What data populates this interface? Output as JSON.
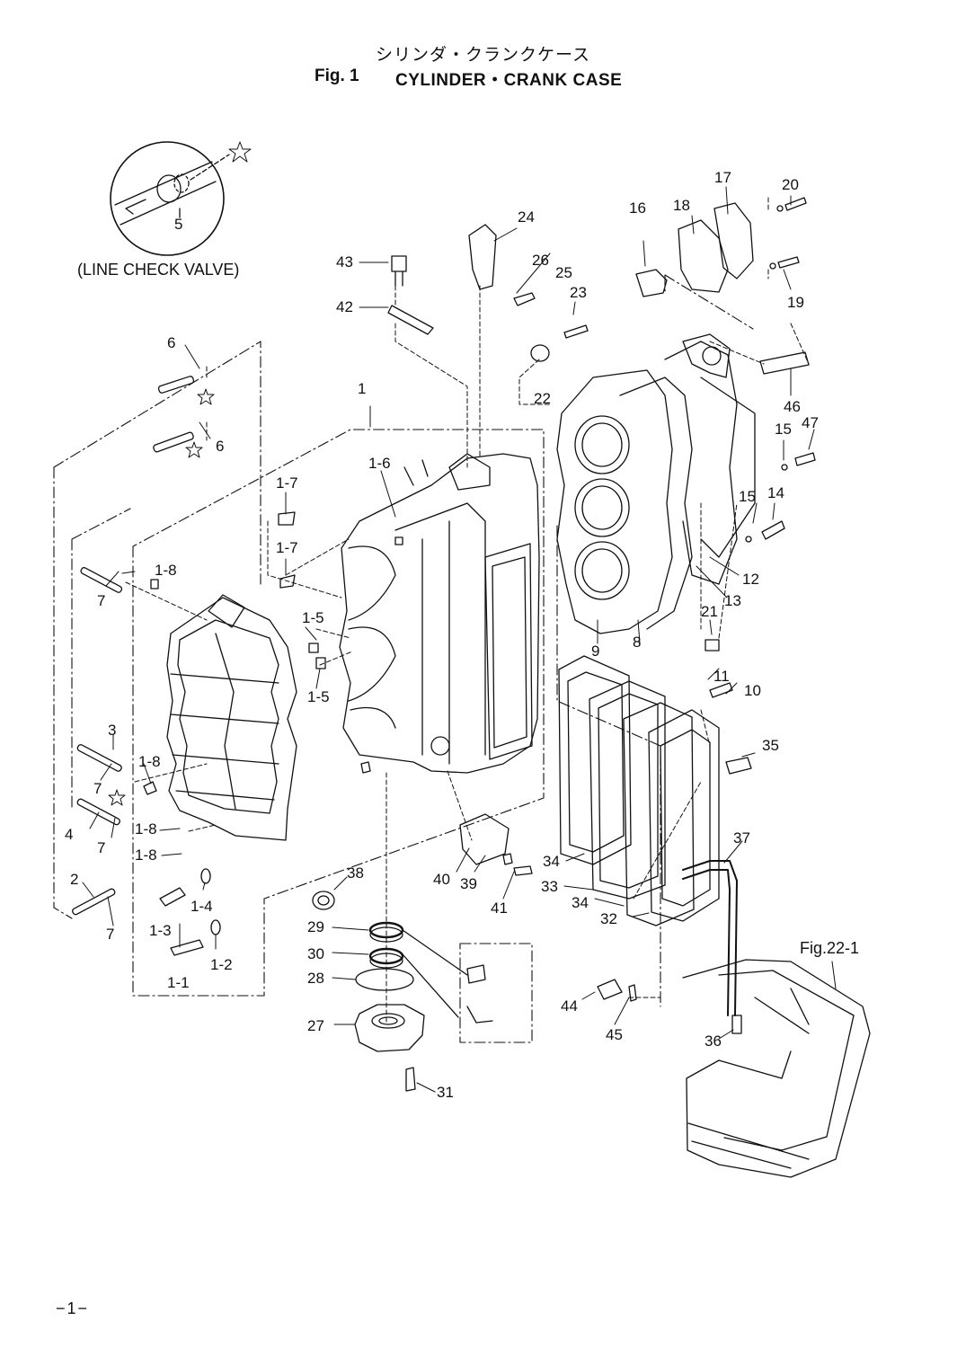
{
  "header": {
    "title_jp": "シリンダ・クランクケース",
    "fig_label": "Fig. 1",
    "title_en": "CYLINDER・CRANK CASE"
  },
  "inset": {
    "caption": "(LINE CHECK VALVE)",
    "part": "5"
  },
  "reference": "Fig.22-1",
  "page_number": "−1−",
  "callouts": [
    {
      "id": "c-24",
      "text": "24"
    },
    {
      "id": "c-43",
      "text": "43"
    },
    {
      "id": "c-26",
      "text": "26"
    },
    {
      "id": "c-25",
      "text": "25"
    },
    {
      "id": "c-42",
      "text": "42"
    },
    {
      "id": "c-23",
      "text": "23"
    },
    {
      "id": "c-22",
      "text": "22"
    },
    {
      "id": "c-17",
      "text": "17"
    },
    {
      "id": "c-20",
      "text": "20"
    },
    {
      "id": "c-18",
      "text": "18"
    },
    {
      "id": "c-16",
      "text": "16"
    },
    {
      "id": "c-19",
      "text": "19"
    },
    {
      "id": "c-46",
      "text": "46"
    },
    {
      "id": "c-15a",
      "text": "15"
    },
    {
      "id": "c-47",
      "text": "47"
    },
    {
      "id": "c-15b",
      "text": "15"
    },
    {
      "id": "c-14",
      "text": "14"
    },
    {
      "id": "c-12",
      "text": "12"
    },
    {
      "id": "c-13",
      "text": "13"
    },
    {
      "id": "c-9",
      "text": "9"
    },
    {
      "id": "c-8",
      "text": "8"
    },
    {
      "id": "c-21",
      "text": "21"
    },
    {
      "id": "c-10",
      "text": "10"
    },
    {
      "id": "c-11",
      "text": "11"
    },
    {
      "id": "c-35",
      "text": "35"
    },
    {
      "id": "c-6a",
      "text": "6"
    },
    {
      "id": "c-6b",
      "text": "6"
    },
    {
      "id": "c-1",
      "text": "1"
    },
    {
      "id": "c-1-6",
      "text": "1-6"
    },
    {
      "id": "c-1-7a",
      "text": "1-7"
    },
    {
      "id": "c-1-7b",
      "text": "1-7"
    },
    {
      "id": "c-1-8a",
      "text": "1-8"
    },
    {
      "id": "c-7a",
      "text": "7"
    },
    {
      "id": "c-1-5a",
      "text": "1-5"
    },
    {
      "id": "c-1-5b",
      "text": "1-5"
    },
    {
      "id": "c-3",
      "text": "3"
    },
    {
      "id": "c-1-8b",
      "text": "1-8"
    },
    {
      "id": "c-7b",
      "text": "7"
    },
    {
      "id": "c-4",
      "text": "4"
    },
    {
      "id": "c-7c",
      "text": "7"
    },
    {
      "id": "c-1-8c",
      "text": "1-8"
    },
    {
      "id": "c-1-8d",
      "text": "1-8"
    },
    {
      "id": "c-2",
      "text": "2"
    },
    {
      "id": "c-1-4",
      "text": "1-4"
    },
    {
      "id": "c-1-3",
      "text": "1-3"
    },
    {
      "id": "c-7d",
      "text": "7"
    },
    {
      "id": "c-1-2",
      "text": "1-2"
    },
    {
      "id": "c-1-1",
      "text": "1-1"
    },
    {
      "id": "c-38",
      "text": "38"
    },
    {
      "id": "c-29",
      "text": "29"
    },
    {
      "id": "c-30",
      "text": "30"
    },
    {
      "id": "c-28",
      "text": "28"
    },
    {
      "id": "c-27",
      "text": "27"
    },
    {
      "id": "c-31",
      "text": "31"
    },
    {
      "id": "c-40",
      "text": "40"
    },
    {
      "id": "c-39",
      "text": "39"
    },
    {
      "id": "c-41",
      "text": "41"
    },
    {
      "id": "c-34a",
      "text": "34"
    },
    {
      "id": "c-33",
      "text": "33"
    },
    {
      "id": "c-34b",
      "text": "34"
    },
    {
      "id": "c-32",
      "text": "32"
    },
    {
      "id": "c-37",
      "text": "37"
    },
    {
      "id": "c-44",
      "text": "44"
    },
    {
      "id": "c-45",
      "text": "45"
    },
    {
      "id": "c-36",
      "text": "36"
    }
  ]
}
